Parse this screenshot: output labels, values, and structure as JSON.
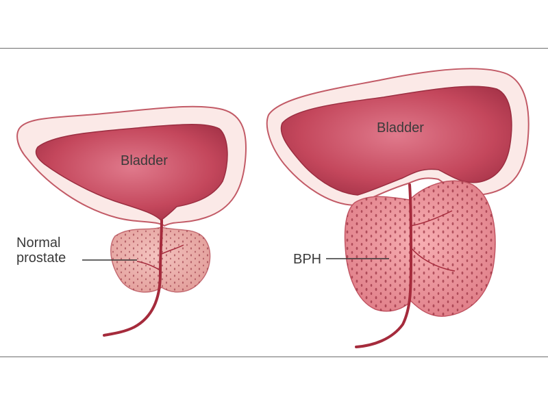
{
  "diagram": {
    "left_panel": {
      "bladder_label": "Bladder",
      "prostate_label_line1": "Normal",
      "prostate_label_line2": "prostate"
    },
    "right_panel": {
      "bladder_label": "Bladder",
      "prostate_label": "BPH"
    }
  },
  "colors": {
    "bladder_wall": "#f7dcd9",
    "bladder_inner": "#c94f63",
    "prostate_normal": "#e8a9a5",
    "prostate_bph": "#e58a92",
    "outline": "#b24050",
    "urethra": "#a52b3c"
  }
}
